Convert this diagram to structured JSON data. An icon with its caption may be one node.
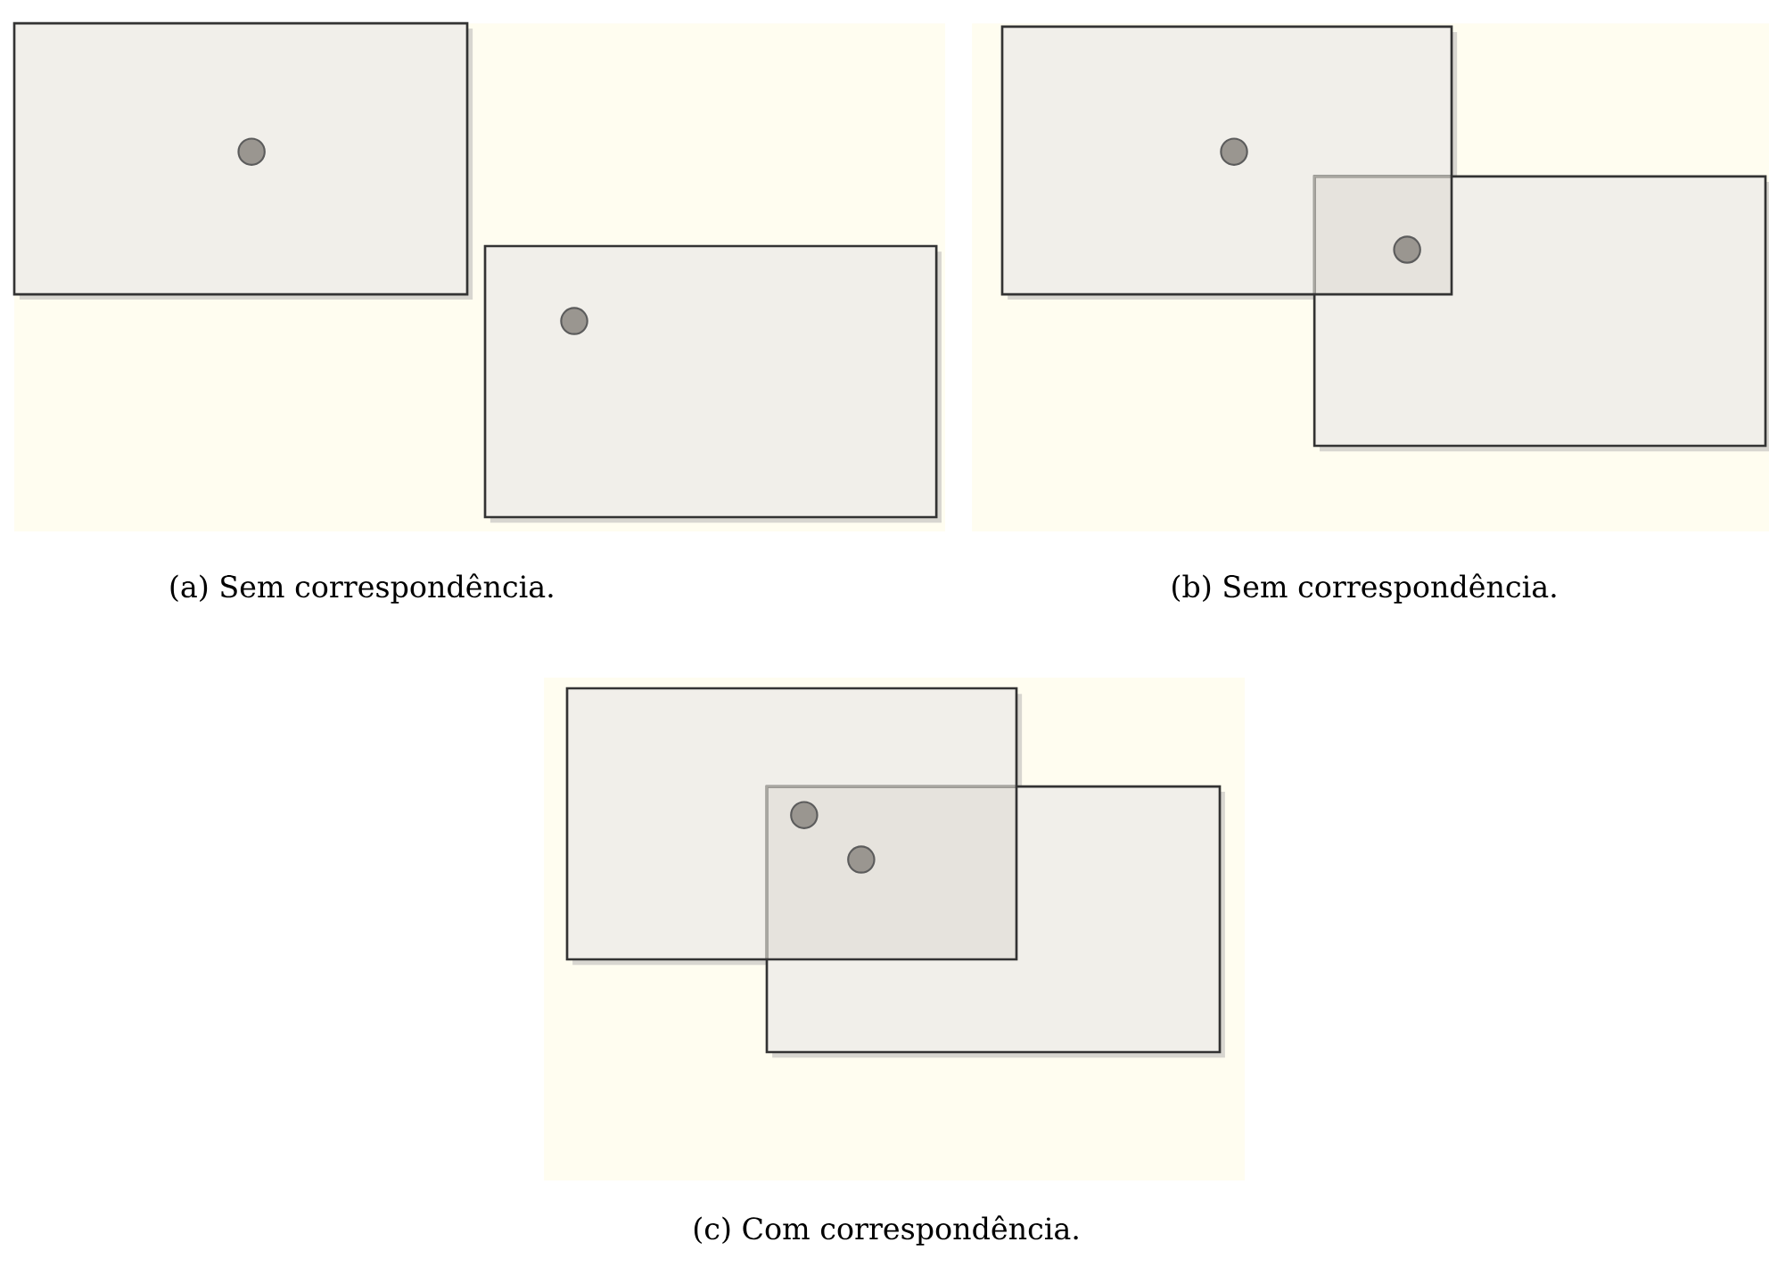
{
  "diagram": {
    "labels": [
      "(a) Sem correspondência.",
      "(b) Sem correspondência.",
      "(c) Com correspondência."
    ]
  }
}
